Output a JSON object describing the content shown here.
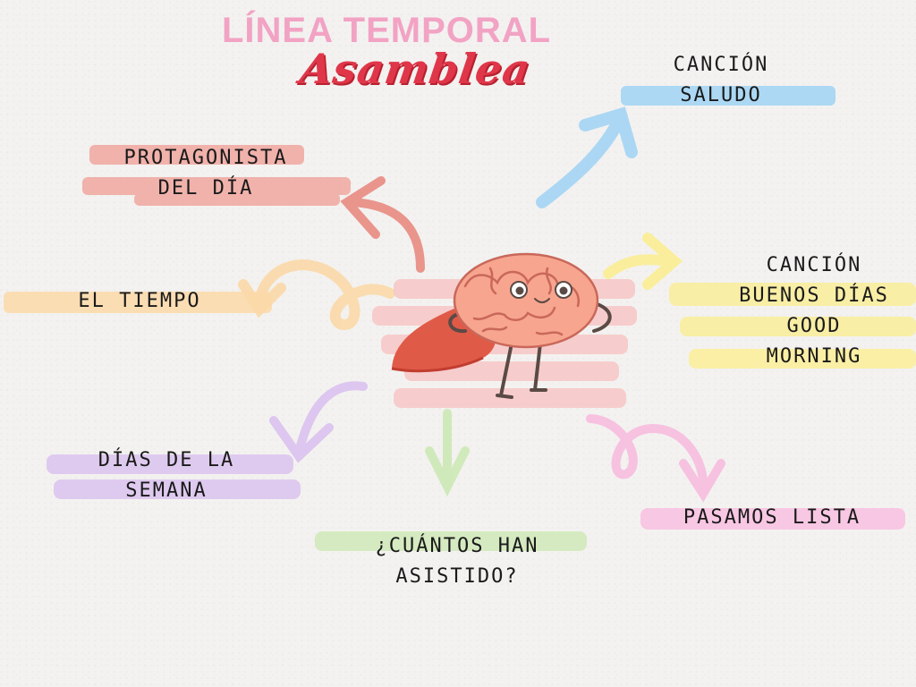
{
  "title": {
    "main": "LÍNEA TEMPORAL",
    "sub": "Asamblea"
  },
  "nodes": {
    "cancion_saludo": [
      "CANCIÓN",
      "SALUDO"
    ],
    "protagonista": [
      "PROTAGONISTA",
      "DEL DÍA"
    ],
    "el_tiempo": [
      "EL TIEMPO"
    ],
    "cancion_buenos_dias": [
      "CANCIÓN",
      "BUENOS DÍAS",
      "GOOD",
      "MORNING"
    ],
    "dias_semana": [
      "DÍAS DE LA",
      "SEMANA"
    ],
    "cuantos_asistido": [
      "¿CUÁNTOS HAN",
      "ASISTIDO?"
    ],
    "pasamos_lista": [
      "PASAMOS LISTA"
    ]
  },
  "colors": {
    "title_pink": "#f2a3c4",
    "title_red": "#e0364a",
    "blue": "#9fd3f5",
    "red": "#f0a8a0",
    "orange": "#fbd9a8",
    "yellow": "#fbee98",
    "purple": "#dcc4ef",
    "green": "#cfe9b8",
    "pink": "#f8bfe0",
    "brain": "#f7a58f"
  },
  "icons": [
    "brain-superhero-icon"
  ]
}
